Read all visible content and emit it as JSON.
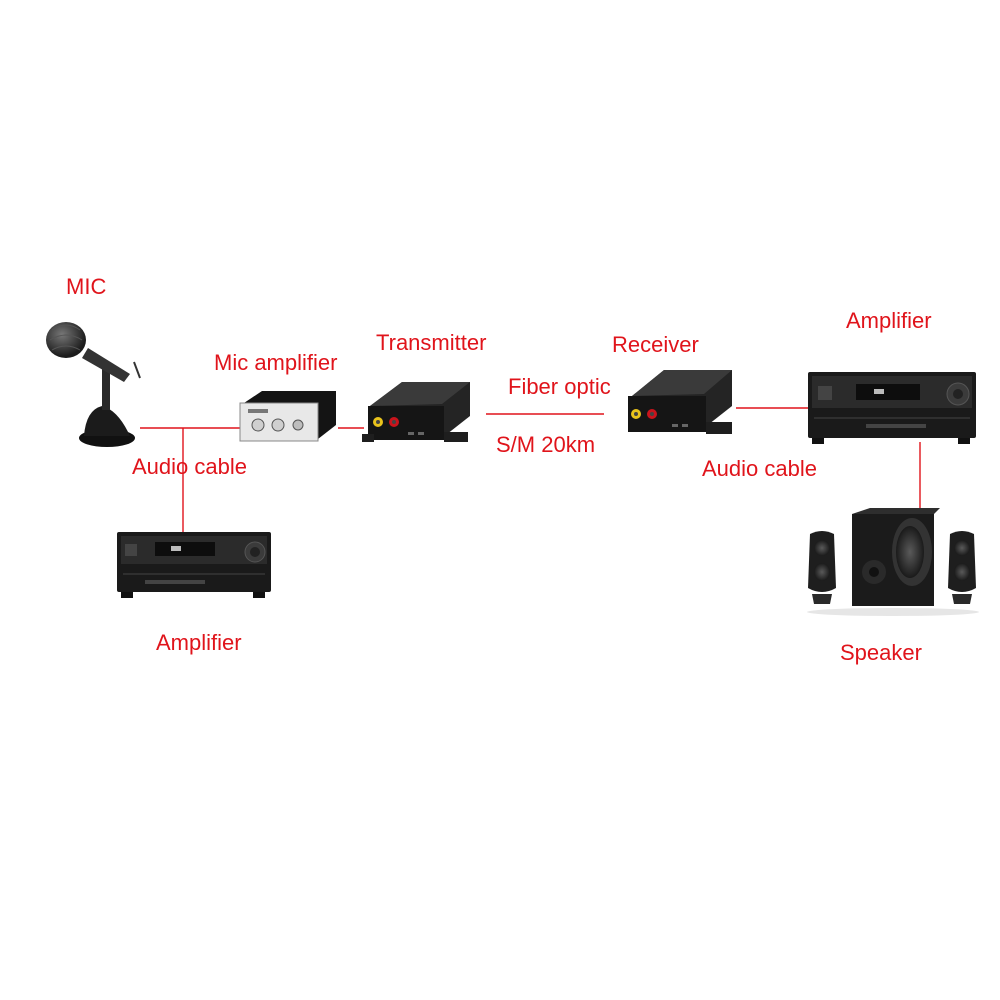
{
  "labels": {
    "mic": "MIC",
    "mic_amplifier": "Mic amplifier",
    "transmitter": "Transmitter",
    "receiver": "Receiver",
    "fiber_optic": "Fiber optic",
    "sm_distance": "S/M 20km",
    "audio_cable_left": "Audio cable",
    "audio_cable_right": "Audio cable",
    "amplifier_left": "Amplifier",
    "amplifier_right": "Amplifier",
    "speaker": "Speaker"
  },
  "colors": {
    "label_text": "#e0141b",
    "cable": "#e0141b",
    "device_body": "#1a1a1a",
    "device_panel": "#2b2b2b",
    "background": "#ffffff"
  },
  "devices": [
    {
      "icon": "microphone-icon"
    },
    {
      "icon": "mic-amplifier-icon"
    },
    {
      "icon": "transmitter-icon"
    },
    {
      "icon": "receiver-icon"
    },
    {
      "icon": "av-receiver-amplifier-icon"
    },
    {
      "icon": "speaker-system-icon"
    }
  ]
}
